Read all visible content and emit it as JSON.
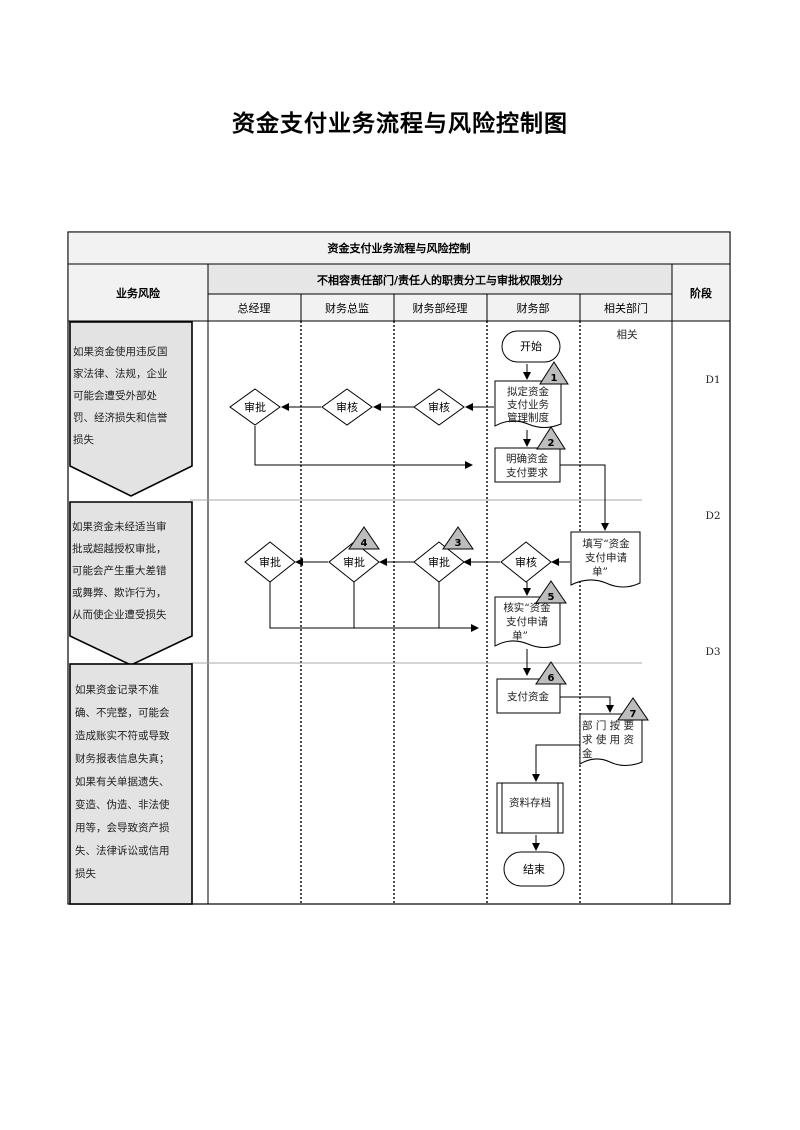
{
  "title": "资金支付业务流程与风险控制图",
  "table": {
    "header": "资金支付业务流程与风险控制",
    "risk_col": "业务风险",
    "division_header": "不相容责任部门/责任人的职责分工与审批权限划分",
    "stage_col": "阶段",
    "roles": [
      "总经理",
      "财务总监",
      "财务部经理",
      "财务部",
      "相关部门"
    ],
    "related_note": "相关"
  },
  "stages": [
    "D1",
    "D2",
    "D3"
  ],
  "risks": [
    [
      "如果资金使用违反国",
      "家法律、法规，企业",
      "可能会遭受外部处",
      "罚、经济损失和信誉",
      "损失"
    ],
    [
      "如果资金未经适当审",
      "批或超越授权审批，",
      "可能会产生重大差错",
      "或舞弊、欺诈行为，",
      "从而使企业遭受损失"
    ],
    [
      "如果资金记录不准",
      "确、不完整，可能会",
      "造成账实不符或导致",
      "财务报表信息失真；",
      "如果有关单据遗失、",
      "变造、伪造、非法使",
      "用等，会导致资产损",
      "失、法律诉讼或信用",
      "损失"
    ]
  ],
  "nodes": {
    "start": "开始",
    "end": "结束",
    "d1_approve": "审批",
    "d1_review_cfo": "审核",
    "d1_review_mgr": "审核",
    "d1_doc1": [
      "拟定资金",
      "支付业务",
      "管理制度"
    ],
    "d1_box2": [
      "明确资金",
      "支付要求"
    ],
    "d2_fill": [
      "填写“资金",
      "支付申请",
      "单”"
    ],
    "d2_review_fin": "审核",
    "d2_approve_mgr": "审批",
    "d2_approve_cfo": "审批",
    "d2_approve_gm": "审批",
    "d2_verify": [
      "核实“资金",
      "支付申请",
      "单”"
    ],
    "d3_pay": "支付资金",
    "d3_use": [
      "部 门 按 要",
      "求 使 用 资",
      "金"
    ],
    "d3_archive": "资料存档"
  },
  "markers": [
    "1",
    "2",
    "3",
    "4",
    "5",
    "6",
    "7"
  ]
}
